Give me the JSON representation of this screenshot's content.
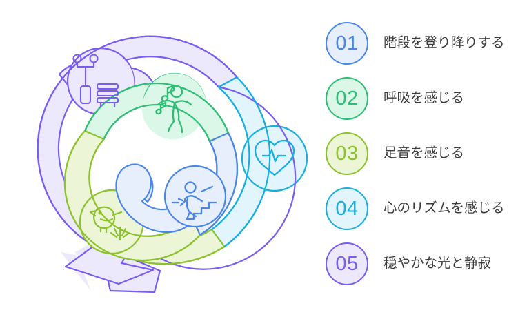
{
  "palette": {
    "purple_stroke": "#7a5cf0",
    "purple_fill": "#ece9fd",
    "cyan_stroke": "#18aee0",
    "cyan_fill": "#e2f5fc",
    "lime_stroke": "#8cc22b",
    "lime_fill": "#ecf5d6",
    "green_stroke": "#2dbd74",
    "green_fill": "#dbf7e7",
    "blue_stroke": "#4a86e8",
    "blue_fill": "#e8effc",
    "text": "#3b3b3b",
    "background": "#ffffff"
  },
  "diagram": {
    "name": "inward-spiral-arrow",
    "segments": [
      {
        "id": "outer-purple",
        "ring": "outer",
        "color_stroke": "#7a5cf0",
        "color_fill": "#ece9fd",
        "icon": "park-lamp-bench-icon"
      },
      {
        "id": "outer-cyan",
        "ring": "outer",
        "color_stroke": "#18aee0",
        "color_fill": "#e2f5fc",
        "icon": "heart-pulse-icon"
      },
      {
        "id": "outer-lime",
        "ring": "outer",
        "color_stroke": "#8cc22b",
        "color_fill": "#ecf5d6",
        "icon": "bird-grass-icon"
      },
      {
        "id": "inner-green",
        "ring": "inner",
        "color_stroke": "#2dbd74",
        "color_fill": "#dbf7e7",
        "icon": "dancing-person-music-icon"
      },
      {
        "id": "inner-blue",
        "ring": "inner",
        "color_stroke": "#4a86e8",
        "color_fill": "#e8effc",
        "icon": "person-climbing-stairs-icon"
      }
    ],
    "arrow_direction": "counter-clockwise-inward",
    "arrowhead_position": "bottom-left"
  },
  "legend": {
    "items": [
      {
        "number": "01",
        "label": "階段を登り降りする",
        "stroke": "#4a86e8",
        "fill": "#e8effc"
      },
      {
        "number": "02",
        "label": "呼吸を感じる",
        "stroke": "#2dbd74",
        "fill": "#dbf7e7"
      },
      {
        "number": "03",
        "label": "足音を感じる",
        "stroke": "#8cc22b",
        "fill": "#ecf5d6"
      },
      {
        "number": "04",
        "label": "心のリズムを感じる",
        "stroke": "#18aee0",
        "fill": "#e2f5fc"
      },
      {
        "number": "05",
        "label": "穏やかな光と静寂",
        "stroke": "#7a5cf0",
        "fill": "#ece9fd"
      }
    ]
  }
}
